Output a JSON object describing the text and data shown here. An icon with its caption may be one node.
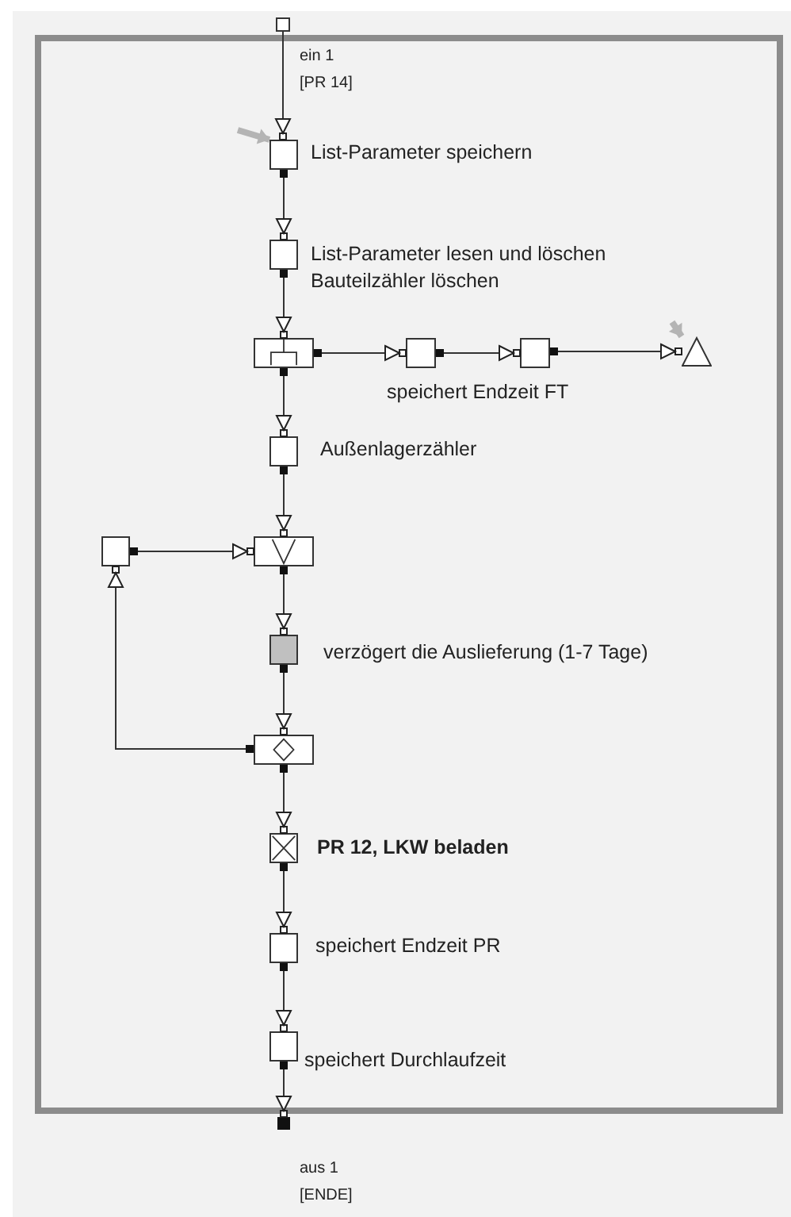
{
  "diagram": {
    "nodes": [
      {
        "text": [],
        "shape": "box"
      },
      {
        "text": [],
        "shape": "box",
        "beside": [
          "ein 1",
          "[PR 14]"
        ]
      },
      {
        "text": [],
        "shape": "box",
        "in": 0,
        "beside": [
          "List-Parameter speichern"
        ]
      },
      {
        "text": [],
        "shape": "box",
        "in": 0,
        "beside": [
          "List-Parameter lesen und löschen",
          "Bauteilzähler löschen"
        ]
      },
      {
        "text": [],
        "shape": "box",
        "in": 0
      },
      {
        "text": [],
        "shape": "box",
        "in": 0
      },
      {
        "text": [],
        "shape": "box",
        "in": 0
      },
      {
        "text": [],
        "shape": "triangle",
        "in": 0
      },
      {
        "text": [],
        "shape": "box",
        "in": 0,
        "beside": [
          "Außenlagerzähler"
        ]
      },
      {
        "text": [],
        "shape": "box",
        "in": 0
      },
      {
        "text": [],
        "shape": "box",
        "in": 0
      },
      {
        "text": [],
        "shape": "box",
        "in": 0,
        "beside": [
          "verzögert die Auslieferung (1-7 Tage)"
        ]
      },
      {
        "text": [],
        "shape": "box",
        "in": 0
      },
      {
        "text": [],
        "shape": "box",
        "in": 0,
        "beside": [
          "PR 12, LKW beladen"
        ]
      },
      {
        "text": [],
        "shape": "box",
        "in": 0,
        "beside": [
          "speichert Endzeit PR"
        ]
      },
      {
        "text": [],
        "shape": "box",
        "in": 0,
        "beside": [
          "speichert Durchlaufzeit"
        ]
      },
      {
        "text": [],
        "shape": "box",
        "beside": [
          "aus 1",
          "[ENDE]"
        ]
      }
    ],
    "edges": [
      {
        "from": null,
        "to": 2,
        "arrow": "to",
        "style": "thick",
        "color": "#b4b4b4"
      },
      {
        "from": 1,
        "to": 2,
        "arrow": "to"
      },
      {
        "from": 2,
        "to": 3,
        "arrow": "to"
      },
      {
        "from": 3,
        "to": 4,
        "arrow": "to"
      },
      {
        "from": 4,
        "to": 5,
        "arrow": "to"
      },
      {
        "from": 5,
        "to": 6,
        "arrow": "to"
      },
      {
        "from": 6,
        "to": 7,
        "arrow": "to"
      },
      {
        "from": null,
        "to": 7,
        "arrow": "to",
        "style": "thick",
        "color": "#b4b4b4"
      },
      {
        "from": 4,
        "to": 8,
        "arrow": "to"
      },
      {
        "from": 8,
        "to": 9,
        "arrow": "to"
      },
      {
        "from": 10,
        "to": 9,
        "arrow": "to"
      },
      {
        "from": 9,
        "to": 11,
        "arrow": "to"
      },
      {
        "from": 11,
        "to": 12,
        "arrow": "to"
      },
      {
        "from": 12,
        "to": 10,
        "arrow": "to"
      },
      {
        "from": 12,
        "to": 13,
        "arrow": "to"
      },
      {
        "from": 13,
        "to": 14,
        "arrow": "to"
      },
      {
        "from": 14,
        "to": 15,
        "arrow": "to"
      },
      {
        "from": 15,
        "to": 16,
        "arrow": "to"
      }
    ],
    "labels": [
      "speichert Endzeit FT"
    ]
  }
}
